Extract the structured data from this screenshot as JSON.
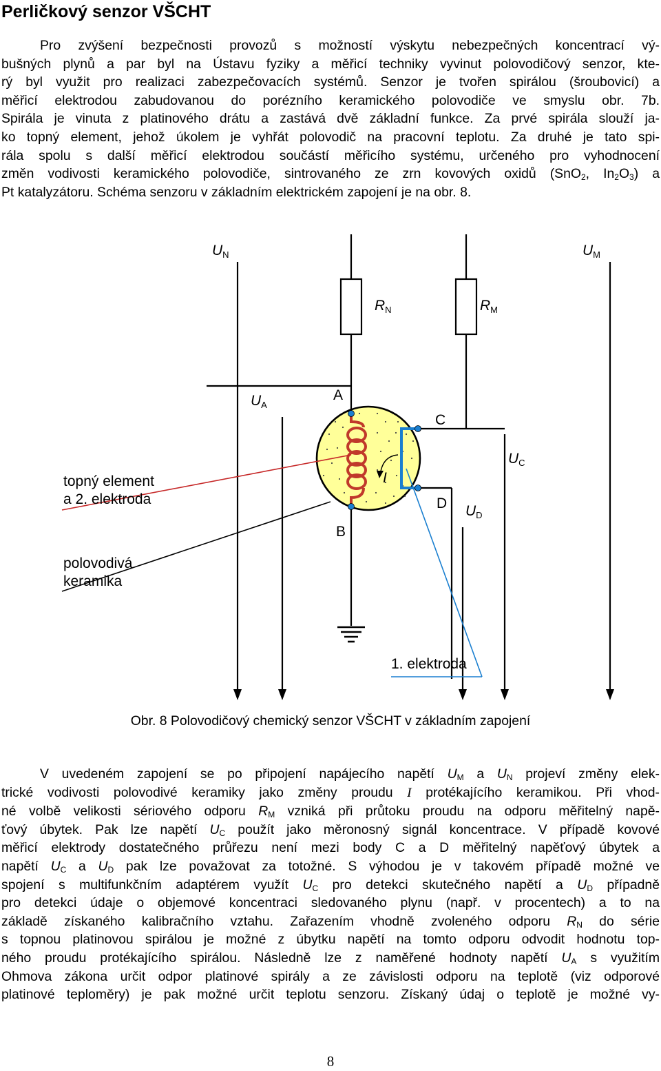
{
  "title": "Perličkový senzor VŠCHT",
  "p1": [
    "Pro zvýšení bezpečnosti provozů s možností výskytu nebezpečných koncentrací vý-",
    "bušných plynů a par byl na Ústavu fyziky a měřicí techniky vyvinut polovodičový senzor, kte-",
    "rý byl využit pro realizaci zabezpečovacích systémů. Senzor je tvořen spirálou (šroubovicí) a",
    "měřicí elektrodou zabudovanou do porézního keramického polovodiče ve smyslu obr. 7b.",
    "Spirála je vinuta z platinového drátu a zastává dvě základní funkce. Za prvé spirála slouží ja-",
    "ko topný element, jehož úkolem je vyhřát polovodič na pracovní teplotu. Za druhé je tato spi-",
    "rála spolu s další měřicí elektrodou součástí měřicího systému, určeného pro vyhodnocení",
    "změn vodivosti keramického polovodiče, sintrovaného ze zrn kovových oxidů (SnO",
    "2",
    ", In",
    "2",
    "O",
    "3",
    ") a",
    "Pt katalyzátoru. Schéma senzoru v základním elektrickém zapojení je na obr. 8."
  ],
  "diagram": {
    "U": "U",
    "R": "R",
    "I": "I",
    "sub_N": "N",
    "sub_M": "M",
    "sub_A": "A",
    "sub_C": "C",
    "sub_D": "D",
    "node_A": "A",
    "node_B": "B",
    "node_C": "C",
    "node_D": "D",
    "label_heating_1": "topný element",
    "label_heating_2": "a 2. elektroda",
    "label_ceramic_1": "polovodivá",
    "label_ceramic_2": "keramika",
    "label_electrode1": "1. elektroda",
    "colors": {
      "bead": "#ffff99",
      "coil": "#c0392b",
      "electrode": "#1a7fd0",
      "pointer_red": "#c62828"
    }
  },
  "caption": "Obr. 8 Polovodičový chemický senzor VŠCHT v základním zapojení",
  "p2": {
    "l1a": "V uvedeném zapojení se po připojení napájecího napětí ",
    "l1b": " a ",
    "l1c": " projeví změny elek-",
    "l2a": "trické vodivosti polovodivé keramiky jako změny proudu ",
    "l2b": " protékajícího keramikou. Při vhod-",
    "l3a": "né volbě velikosti sériového odporu ",
    "l3b": " vzniká při průtoku proudu na odporu měřitelný napě-",
    "l4a": "ťový úbytek. Pak lze napětí ",
    "l4b": " použít jako měronosný signál koncentrace. V případě kovové",
    "l5": "měřicí elektrody dostatečného průřezu není mezi body C a D měřitelný napěťový úbytek a",
    "l6a": "napětí ",
    "l6b": " a ",
    "l6c": " pak lze považovat za totožné. S výhodou je v takovém případě možné ve",
    "l7a": "spojení s multifunkčním adaptérem využít ",
    "l7b": " pro detekci skutečného napětí a ",
    "l7c": " případně",
    "l8": "pro detekci údaje o objemové koncentraci sledovaného plynu (např. v procentech) a to na",
    "l9a": "základě získaného kalibračního vztahu. Zařazením vhodně zvoleného odporu ",
    "l9b": " do série",
    "l10": "s topnou platinovou spirálou je možné z úbytku napětí na tomto odporu odvodit hodnotu top-",
    "l11a": "ného proudu protékajícího spirálou. Následně lze z naměřené hodnoty napětí ",
    "l11b": " s využitím",
    "l12": "Ohmova zákona určit odpor platinové spirály a ze závislosti odporu na teplotě (viz odporové",
    "l13": "platinové teploměry) je pak možné určit teplotu senzoru. Získaný údaj o teplotě je možné vy-"
  },
  "page_number": "8"
}
